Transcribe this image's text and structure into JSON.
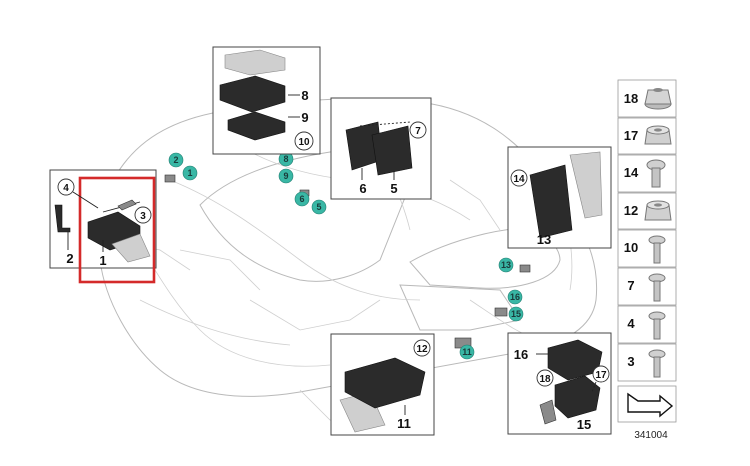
{
  "diagram": {
    "catalog_number": "341004",
    "highlight_color": "#d42a2a",
    "marker_color": "#39b7a5"
  },
  "labels": {
    "l1": "1",
    "l2": "2",
    "l3": "3",
    "l4": "4",
    "l5": "5",
    "l6": "6",
    "l7": "7",
    "l8": "8",
    "l9": "9",
    "l10": "10",
    "l11": "11",
    "l12": "12",
    "l13": "13",
    "l14": "14",
    "l15": "15",
    "l16": "16",
    "l17": "17",
    "l18": "18"
  },
  "car_markers": {
    "m1": "1",
    "m2": "2",
    "m5": "5",
    "m6": "6",
    "m8": "8",
    "m9": "9",
    "m11": "11",
    "m13": "13",
    "m15": "15",
    "m16": "16"
  },
  "fasteners": [
    {
      "number": "18",
      "icon": "nut-flanged-icon"
    },
    {
      "number": "17",
      "icon": "hex-nut-icon"
    },
    {
      "number": "14",
      "icon": "pan-head-screw-icon"
    },
    {
      "number": "12",
      "icon": "hex-nut-icon"
    },
    {
      "number": "10",
      "icon": "screw-icon"
    },
    {
      "number": "7",
      "icon": "screw-icon"
    },
    {
      "number": "4",
      "icon": "screw-icon"
    },
    {
      "number": "3",
      "icon": "screw-icon"
    }
  ]
}
